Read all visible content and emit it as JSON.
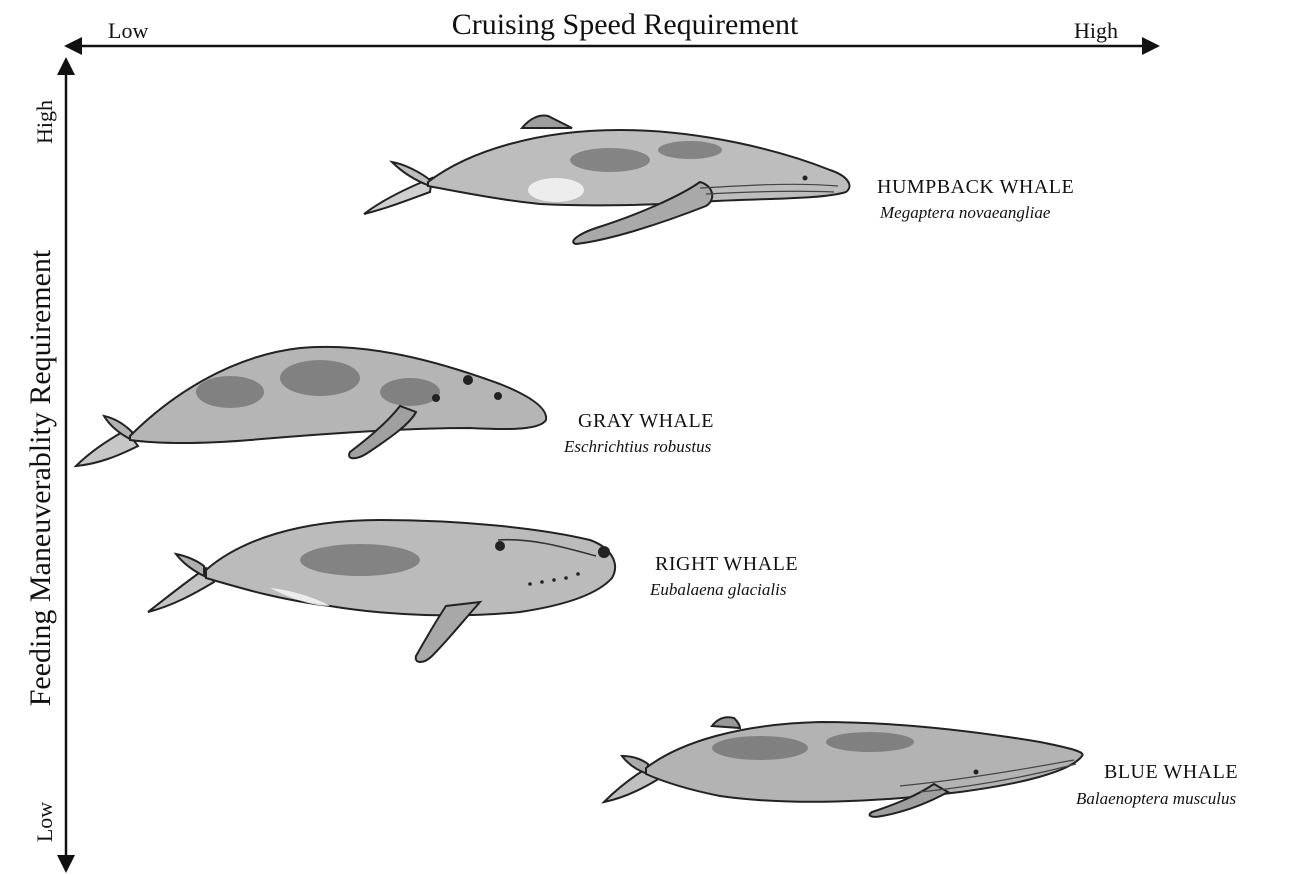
{
  "x_axis": {
    "title": "Cruising Speed Requirement",
    "low_label": "Low",
    "high_label": "High"
  },
  "y_axis": {
    "title": "Feeding Maneuverablity Requirement",
    "low_label": "Low",
    "high_label": "High"
  },
  "whales": [
    {
      "common_name": "HUMPBACK WHALE",
      "scientific_name": "Megaptera novaeangliae"
    },
    {
      "common_name": "GRAY WHALE",
      "scientific_name": "Eschrichtius robustus"
    },
    {
      "common_name": "RIGHT WHALE",
      "scientific_name": "Eubalaena glacialis"
    },
    {
      "common_name": "BLUE WHALE",
      "scientific_name": "Balaenoptera musculus"
    }
  ],
  "colors": {
    "ink": "#111111",
    "whale_fill": "#b9b9b9",
    "whale_shade": "#8a8a8a"
  }
}
